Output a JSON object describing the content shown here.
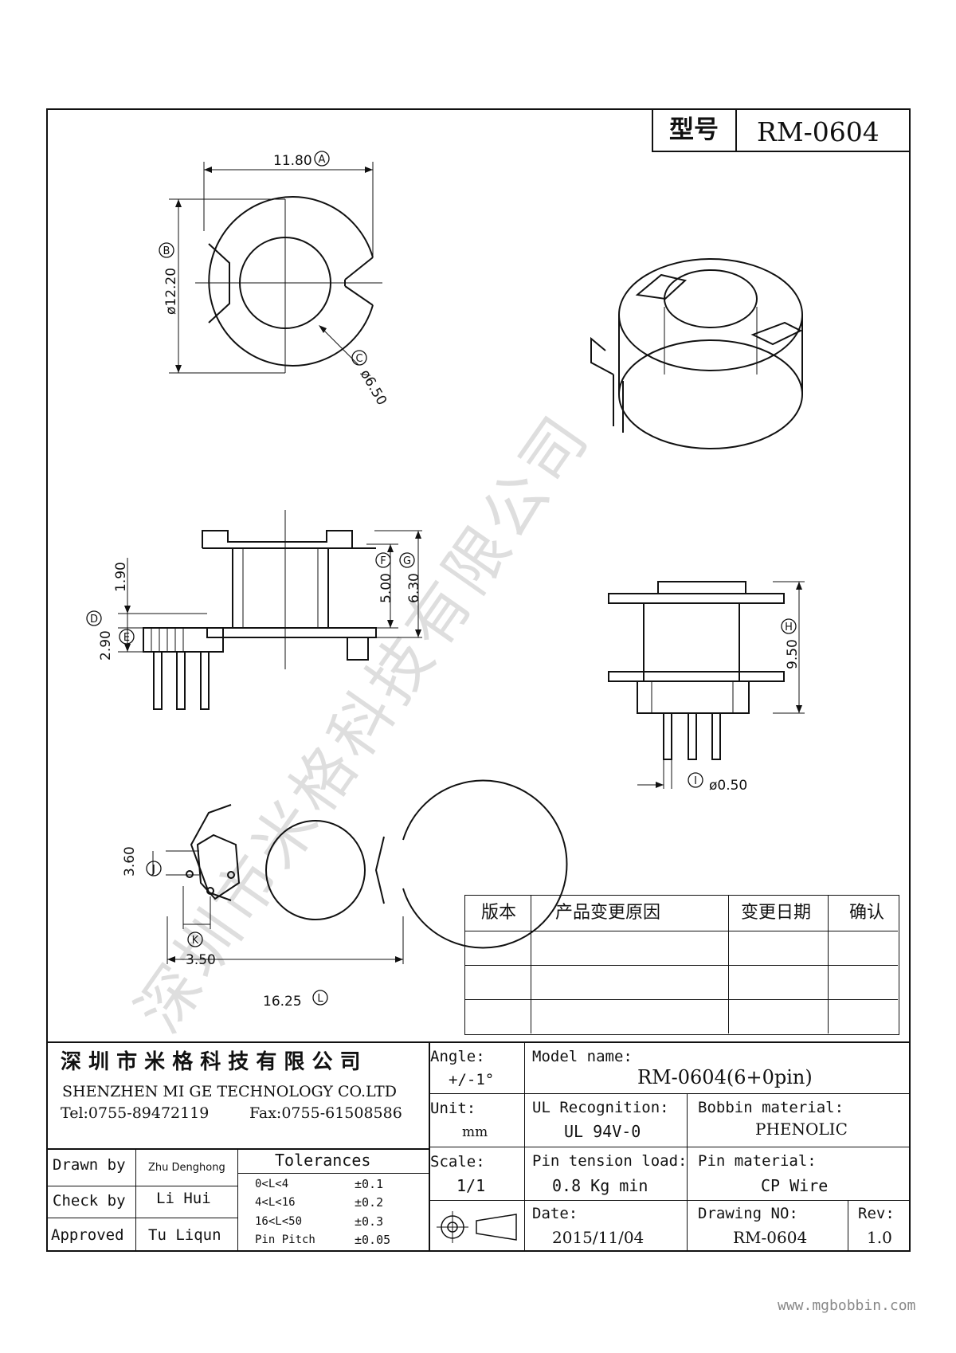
{
  "model_box": {
    "label": "型号",
    "value": "RM-0604"
  },
  "watermark": "深圳市米格科技有限公司",
  "dimensions": {
    "A": "11.80",
    "B": "ø12.20",
    "C": "ø6.50",
    "D": "1.90",
    "E": "2.90",
    "F": "5.00",
    "G": "6.30",
    "H": "9.50",
    "I": "ø0.50",
    "J": "3.60",
    "K": "3.50",
    "L": "16.25",
    "callouts": [
      "A",
      "B",
      "C",
      "D",
      "E",
      "F",
      "G",
      "H",
      "I",
      "J",
      "K",
      "L"
    ]
  },
  "revision_table": {
    "headers": [
      "版本",
      "产品变更原因",
      "变更日期",
      "确认"
    ],
    "rows": [
      [
        "",
        "",
        "",
        ""
      ],
      [
        "",
        "",
        "",
        ""
      ],
      [
        "",
        "",
        "",
        ""
      ]
    ]
  },
  "company": {
    "name_cn": "深 圳 市 米 格 科 技 有 限 公 司",
    "name_en": "SHENZHEN  MI GE TECHNOLOGY  CO.LTD",
    "tel": "Tel:0755-89472119",
    "fax": "Fax:0755-61508586"
  },
  "title_block": {
    "angle_label": "Angle:",
    "angle_value": "+/-1°",
    "model_label": "Model name:",
    "model_value": "RM-0604(6+0pin)",
    "unit_label": "Unit:",
    "unit_value": "mm",
    "ul_label": "UL Recognition:",
    "ul_value": "UL 94V-0",
    "bobbin_label": "Bobbin material:",
    "bobbin_value": "PHENOLIC",
    "scale_label": "Scale:",
    "scale_value": "1/1",
    "pin_tension_label": "Pin tension load:",
    "pin_tension_value": "0.8 Kg min",
    "pin_material_label": "Pin material:",
    "pin_material_value": "CP Wire",
    "date_label": "Date:",
    "date_value": "2015/11/04",
    "drawing_no_label": "Drawing NO:",
    "drawing_no_value": "RM-0604",
    "rev_label": "Rev:",
    "rev_value": "1.0",
    "drawn_label": "Drawn by",
    "drawn_value": "Zhu Denghong",
    "check_label": "Check by",
    "check_value": "Li Hui",
    "approved_label": "Approved",
    "approved_value": "Tu Liqun",
    "tolerances_label": "Tolerances",
    "tolerances": [
      {
        "range": "0<L<4",
        "value": "±0.1"
      },
      {
        "range": "4<L<16",
        "value": "±0.2"
      },
      {
        "range": "16<L<50",
        "value": "±0.3"
      },
      {
        "range": "Pin Pitch",
        "value": "±0.05"
      }
    ]
  },
  "website": "www.mgbobbin.com"
}
